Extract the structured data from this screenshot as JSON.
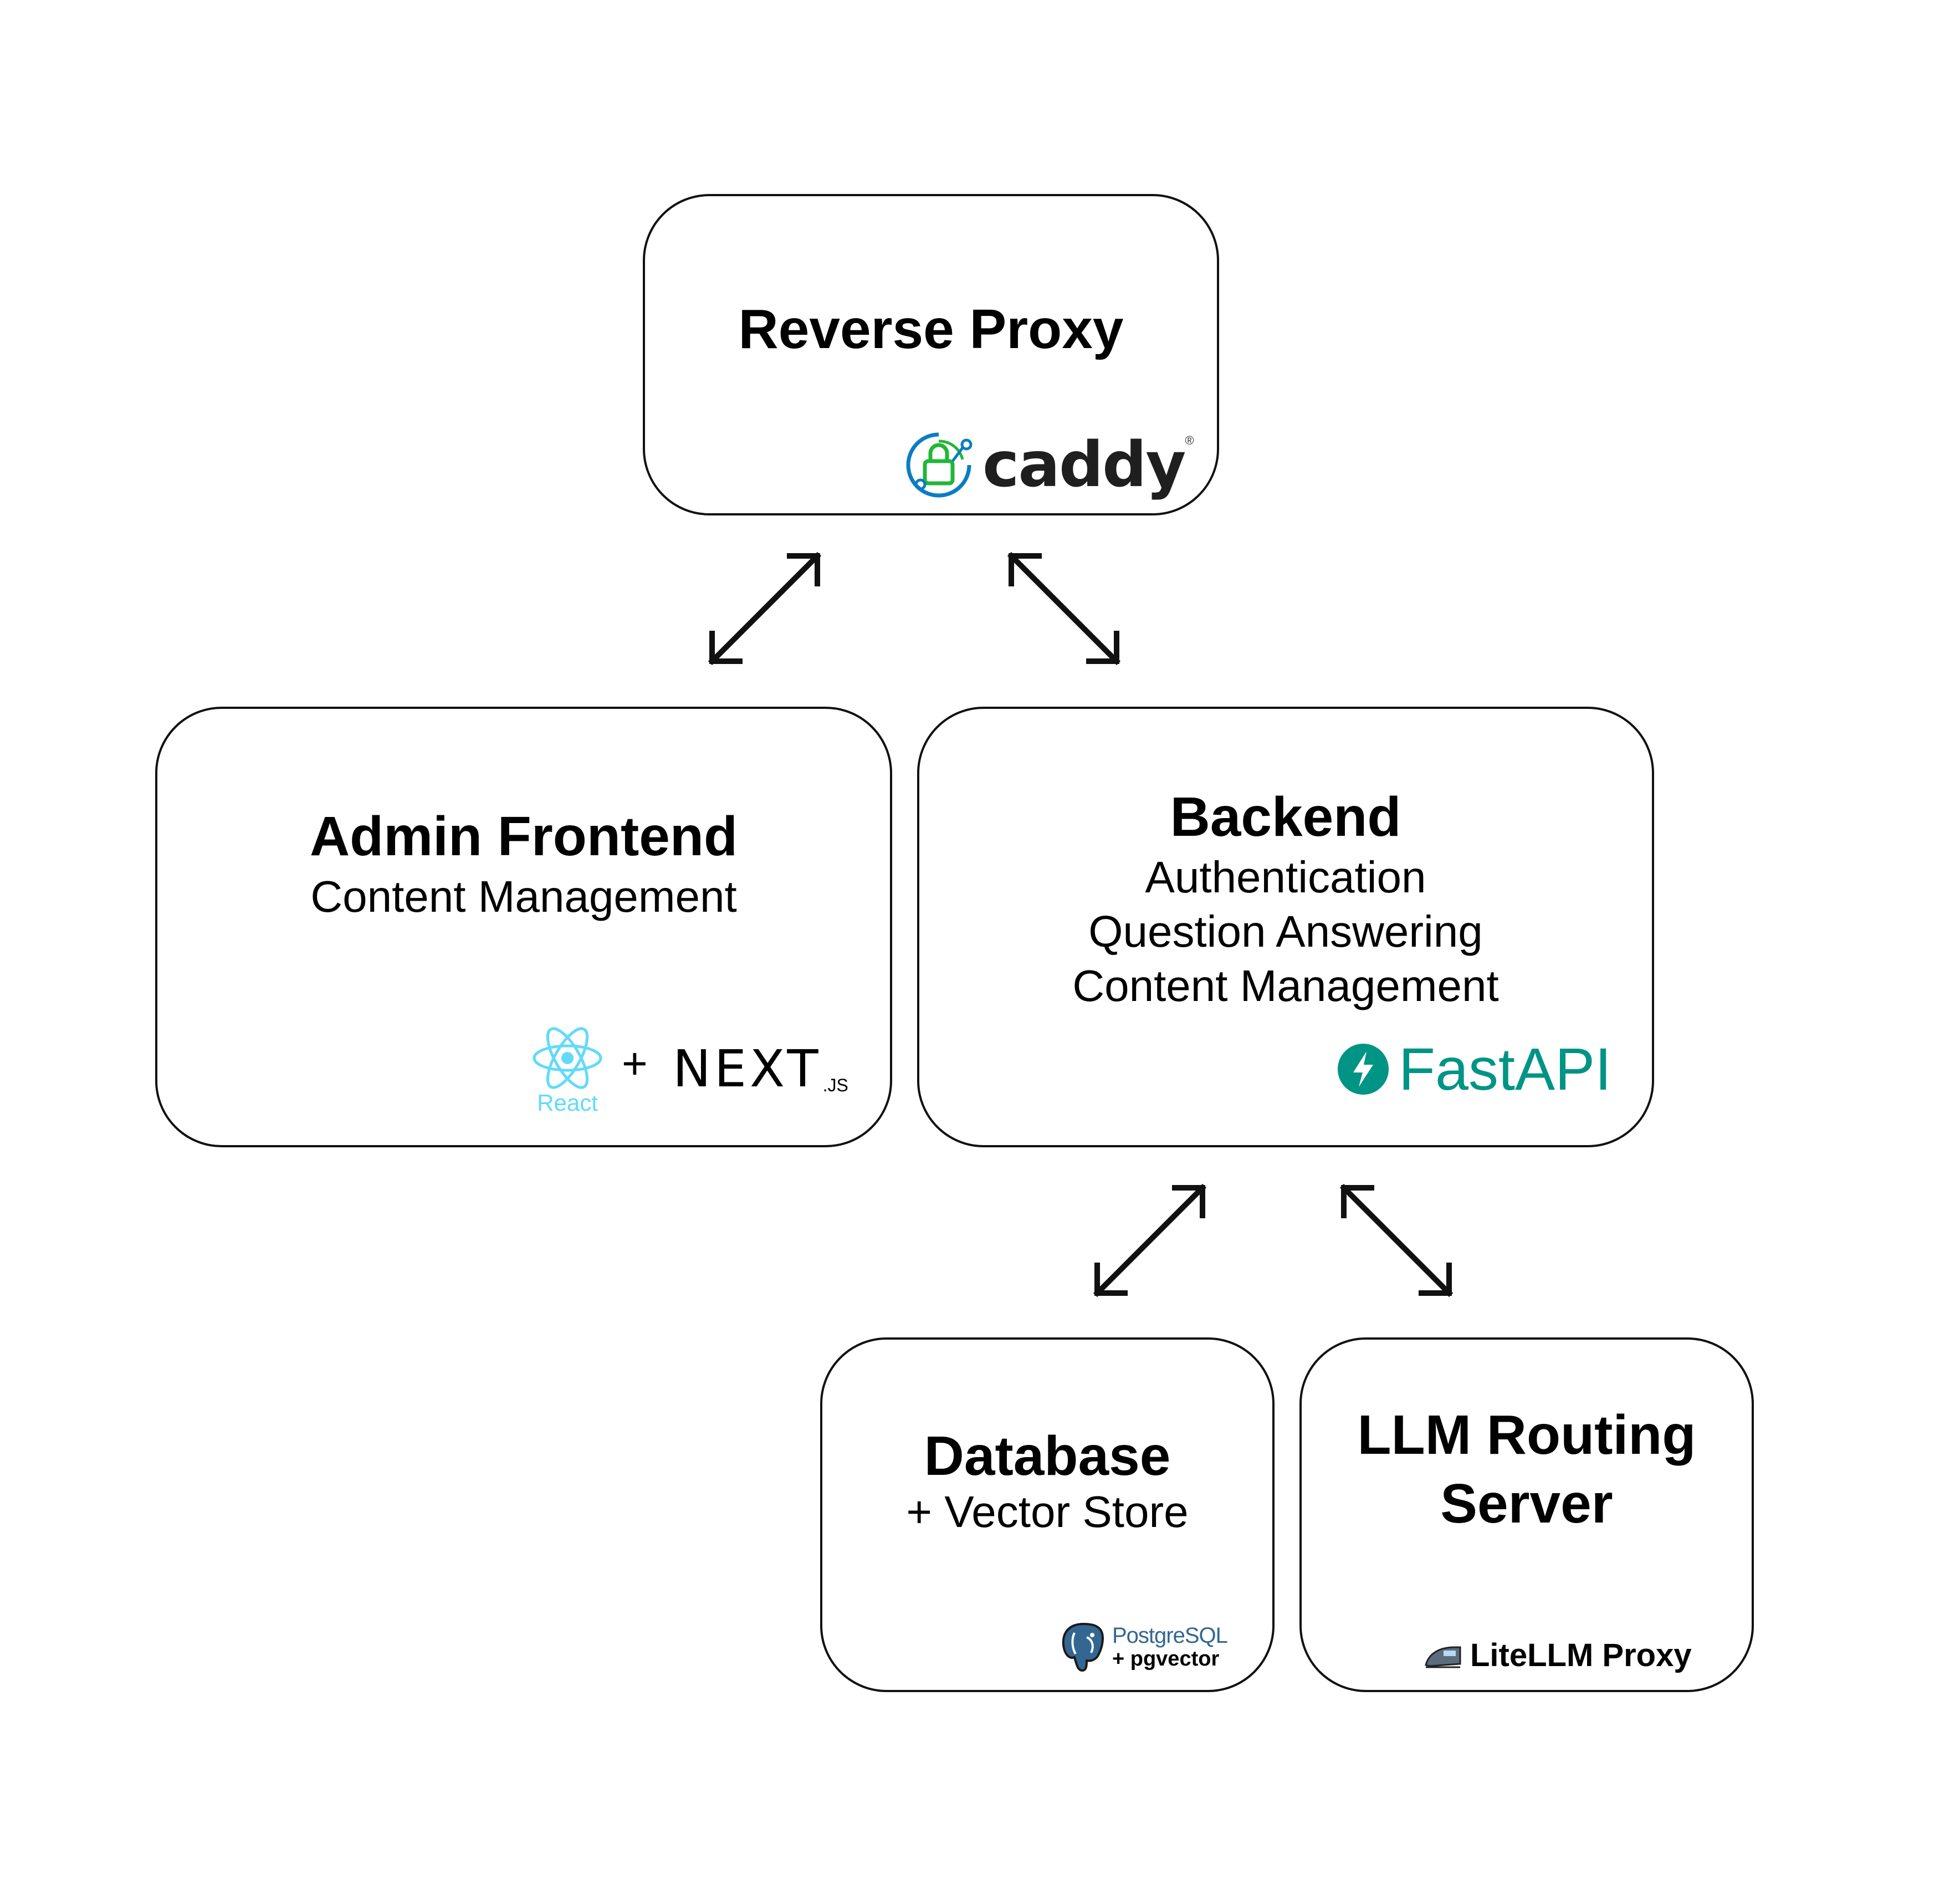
{
  "nodes": {
    "reverse_proxy": {
      "title": "Reverse Proxy",
      "logo_text": "caddy",
      "logo_icon": "caddy-lock-icon"
    },
    "admin_frontend": {
      "title": "Admin Frontend",
      "lines": [
        "Content Management"
      ],
      "react_text": "React",
      "plus": "+",
      "next_text": "NEXT",
      "next_suffix": ".JS"
    },
    "backend": {
      "title": "Backend",
      "lines": [
        "Authentication",
        "Question Answering",
        "Content Management"
      ],
      "logo_text": "FastAPI",
      "logo_icon": "fastapi-bolt-icon"
    },
    "database": {
      "title": "Database",
      "lines": [
        "+ Vector Store"
      ],
      "pg_prefix": "Postgre",
      "pg_suffix": "SQL",
      "pg_extra": "+ pgvector",
      "logo_icon": "postgres-elephant-icon"
    },
    "llm_router": {
      "title_line1": "LLM Routing",
      "title_line2": "Server",
      "logo_text": "LiteLLM Proxy",
      "logo_icon": "train-icon"
    }
  },
  "colors": {
    "border": "#111111",
    "fastapi": "#009485",
    "react": "#61DAFB",
    "caddy_green": "#22B638",
    "caddy_blue": "#0B7DC1",
    "postgres_blue": "#336791"
  },
  "edges": [
    {
      "from": "reverse_proxy",
      "to": "admin_frontend",
      "direction": "bidirectional"
    },
    {
      "from": "reverse_proxy",
      "to": "backend",
      "direction": "bidirectional"
    },
    {
      "from": "backend",
      "to": "database",
      "direction": "bidirectional"
    },
    {
      "from": "backend",
      "to": "llm_router",
      "direction": "bidirectional"
    }
  ]
}
